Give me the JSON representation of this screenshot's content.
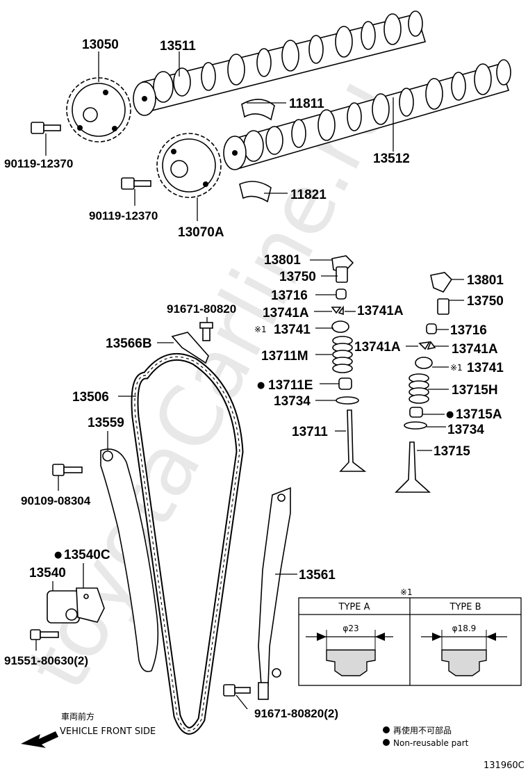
{
  "watermark": "toyotaCarline.ru",
  "labels": {
    "p13050": "13050",
    "p13511": "13511",
    "p11811": "11811",
    "p90119_a": "90119-12370",
    "p13512": "13512",
    "p90119_b": "90119-12370",
    "p11821": "11821",
    "p13070A": "13070A",
    "p13801_l": "13801",
    "p13750_l": "13750",
    "p13716_l": "13716",
    "p13741A_l1": "13741A",
    "p13741A_l2": "13741A",
    "p13741_l": "13741",
    "p13711M": "13711M",
    "p13711E": "13711E",
    "p13734_l": "13734",
    "p13711": "13711",
    "p13801_r": "13801",
    "p13750_r": "13750",
    "p13716_r": "13716",
    "p13741A_r1": "13741A",
    "p13741A_r2": "13741A",
    "p13741_r": "13741",
    "p13715H": "13715H",
    "p13715A": "13715A",
    "p13734_r": "13734",
    "p13715": "13715",
    "p91671_a": "91671-80820",
    "p13566B": "13566B",
    "p13506": "13506",
    "p13559": "13559",
    "p90109": "90109-08304",
    "p13540C": "13540C",
    "p13540": "13540",
    "p91551": "91551-80630(2)",
    "p13561": "13561",
    "p91671_b": "91671-80820(2)"
  },
  "marks": {
    "ref": "※1",
    "dot": "●"
  },
  "type_table": {
    "ref": "※1",
    "type_a": "TYPE A",
    "type_b": "TYPE B",
    "dim_a": "φ23",
    "dim_b": "φ18.9"
  },
  "legend": {
    "jp": "再使用不可部品",
    "en": "Non-reusable part"
  },
  "front": {
    "jp": "車両前方",
    "en": "VEHICLE FRONT SIDE"
  },
  "diagram_id": "131960C"
}
